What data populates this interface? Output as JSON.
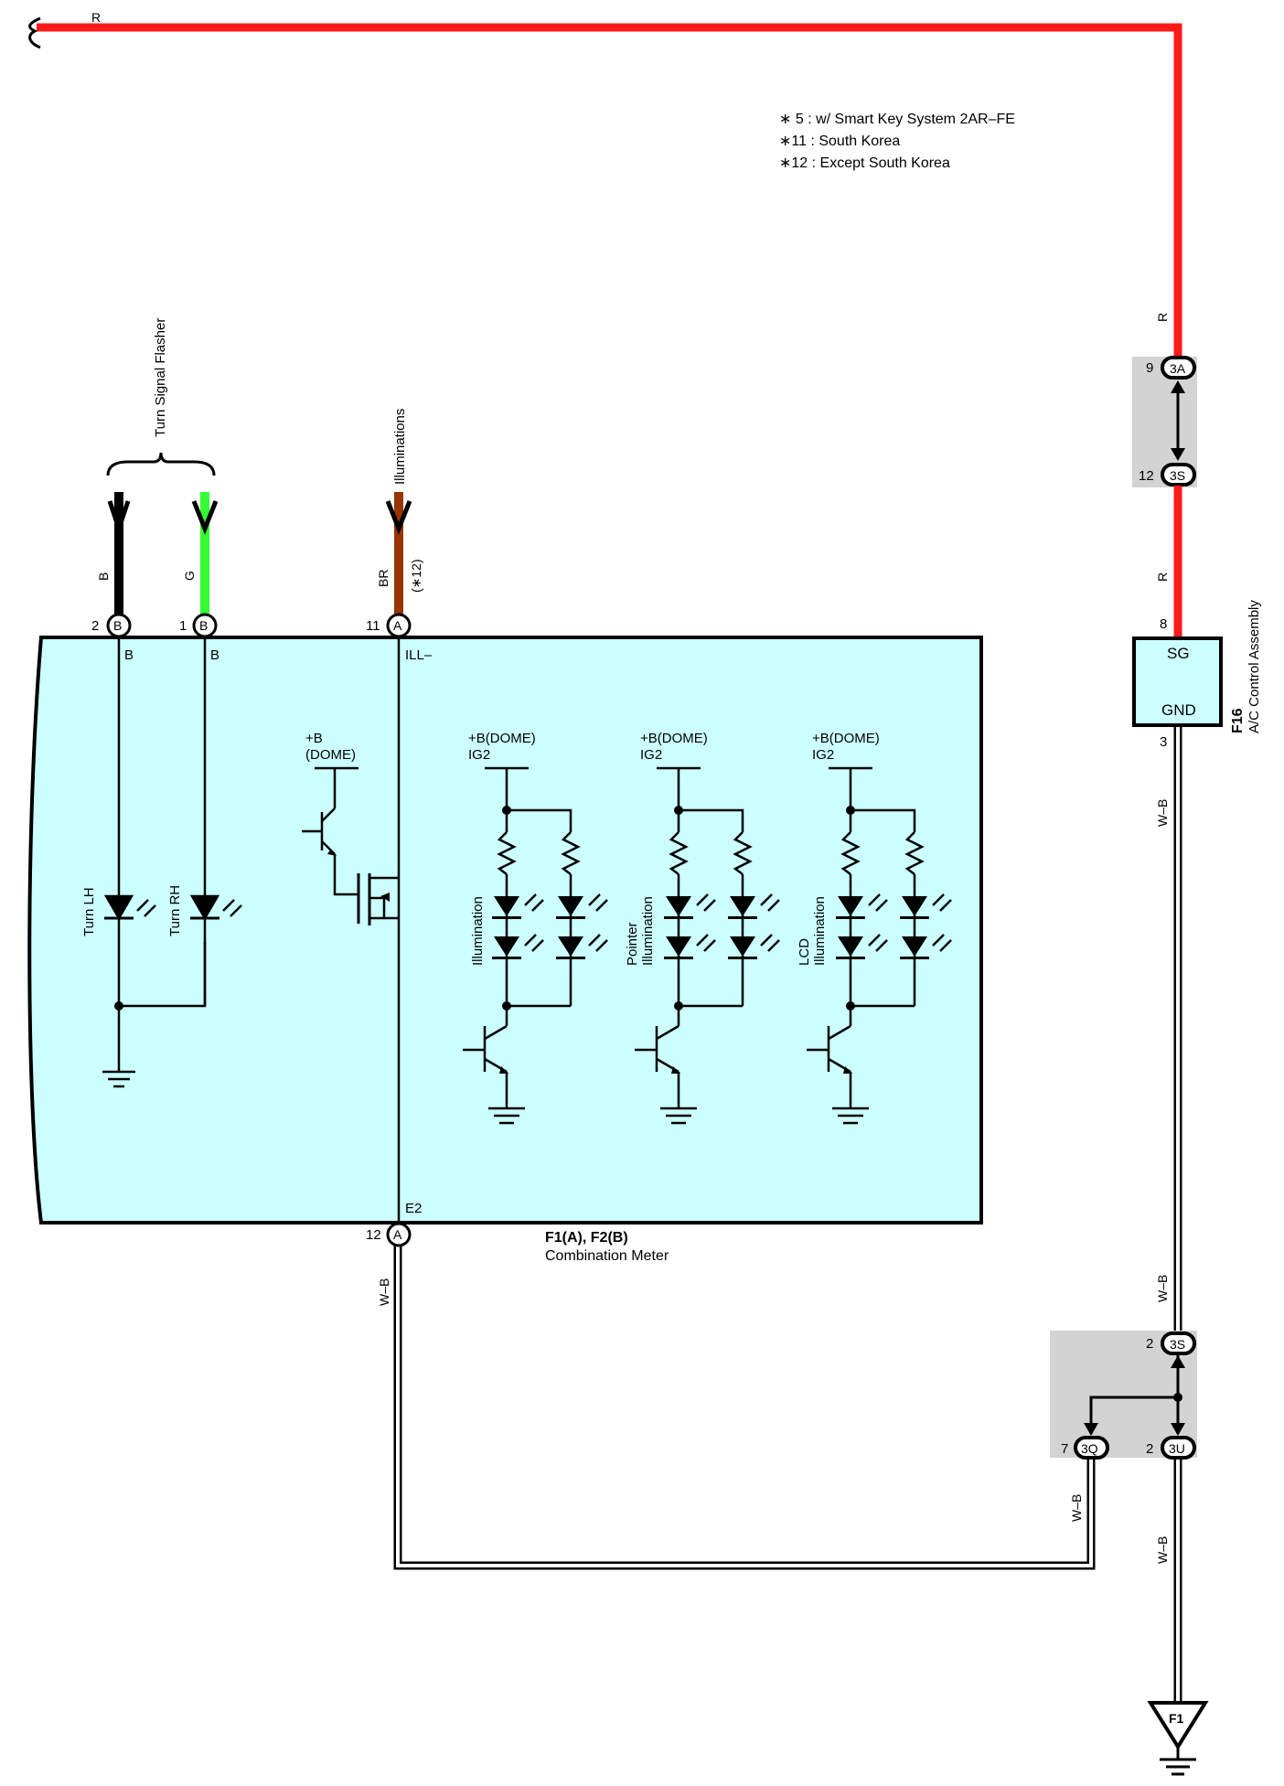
{
  "notes": [
    "∗ 5 : w/ Smart Key System 2AR–FE",
    "∗11 : South Korea",
    "∗12 : Except South Korea"
  ],
  "colors": {
    "red": "#ff1a1a",
    "black": "#000000",
    "green": "#33ff33",
    "brown": "#993300",
    "meter_fill": "#ccffff",
    "connector_gray": "#d3d3d3",
    "wb_wire": "#000000"
  },
  "wires": {
    "top_red": "R",
    "red_right_1": "R",
    "red_right_2": "R",
    "black": "B",
    "green": "G",
    "brown": "BR",
    "brown_note": "(∗12)",
    "wb_right_1": "W–B",
    "wb_right_2": "W–B",
    "wb_right_3": "W–B",
    "wb_bottom_left": "W–B",
    "wb_bottom_mid": "W–B"
  },
  "groups": {
    "turn_signal_flasher": "Turn Signal Flasher",
    "illuminations": "Illuminations"
  },
  "meter": {
    "id": "F1(A), F2(B)",
    "name": "Combination Meter",
    "pins": [
      {
        "num": "2",
        "conn": "B",
        "label": "B"
      },
      {
        "num": "1",
        "conn": "B",
        "label": "B"
      },
      {
        "num": "11",
        "conn": "A",
        "label": "ILL–"
      },
      {
        "num": "12",
        "conn": "A",
        "label": "E2"
      }
    ],
    "turn_lh": "Turn LH",
    "turn_rh": "Turn RH",
    "plus_b": "+B",
    "dome": "(DOME)",
    "plus_b_dome": "+B(DOME)",
    "ig2": "IG2",
    "illumination": "Illumination",
    "pointer": "Pointer",
    "pointer_ill": "Illumination",
    "lcd": "LCD",
    "lcd_ill": "Illumination"
  },
  "ac": {
    "id": "F16",
    "name": "A/C Control Assembly",
    "sg": "SG",
    "gnd": "GND",
    "pin_sg": "8",
    "pin_gnd": "3"
  },
  "junctions": {
    "top": [
      {
        "pin": "9",
        "conn": "3A"
      },
      {
        "pin": "12",
        "conn": "3S"
      }
    ],
    "bottom": [
      {
        "pin": "2",
        "conn": "3S"
      },
      {
        "pin": "7",
        "conn": "3Q"
      },
      {
        "pin": "2",
        "conn": "3U"
      }
    ]
  },
  "ground": "F1"
}
